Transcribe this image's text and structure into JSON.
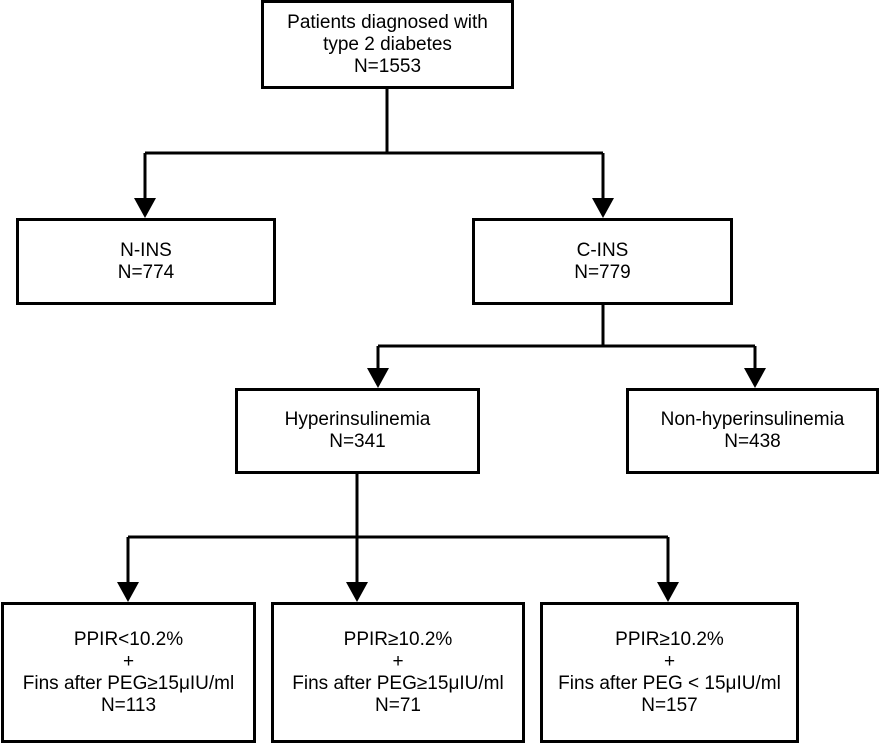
{
  "flowchart": {
    "root": {
      "line1": "Patients diagnosed with",
      "line2": "type 2 diabetes",
      "count": "N=1553"
    },
    "n_ins": {
      "label": "N-INS",
      "count": "N=774"
    },
    "c_ins": {
      "label": "C-INS",
      "count": "N=779"
    },
    "hyper": {
      "label": "Hyperinsulinemia",
      "count": "N=341"
    },
    "non_hyper": {
      "label": "Non-hyperinsulinemia",
      "count": "N=438"
    },
    "groups": [
      {
        "criterion1": "PPIR<10.2%",
        "plus": "+",
        "criterion2": "Fins after PEG≥15μIU/ml",
        "count": "N=113"
      },
      {
        "criterion1": "PPIR≥10.2%",
        "plus": "+",
        "criterion2": "Fins after PEG≥15μIU/ml",
        "count": "N=71"
      },
      {
        "criterion1": "PPIR≥10.2%",
        "plus": "+",
        "criterion2": "Fins after PEG < 15μIU/ml",
        "count": "N=157"
      }
    ]
  }
}
